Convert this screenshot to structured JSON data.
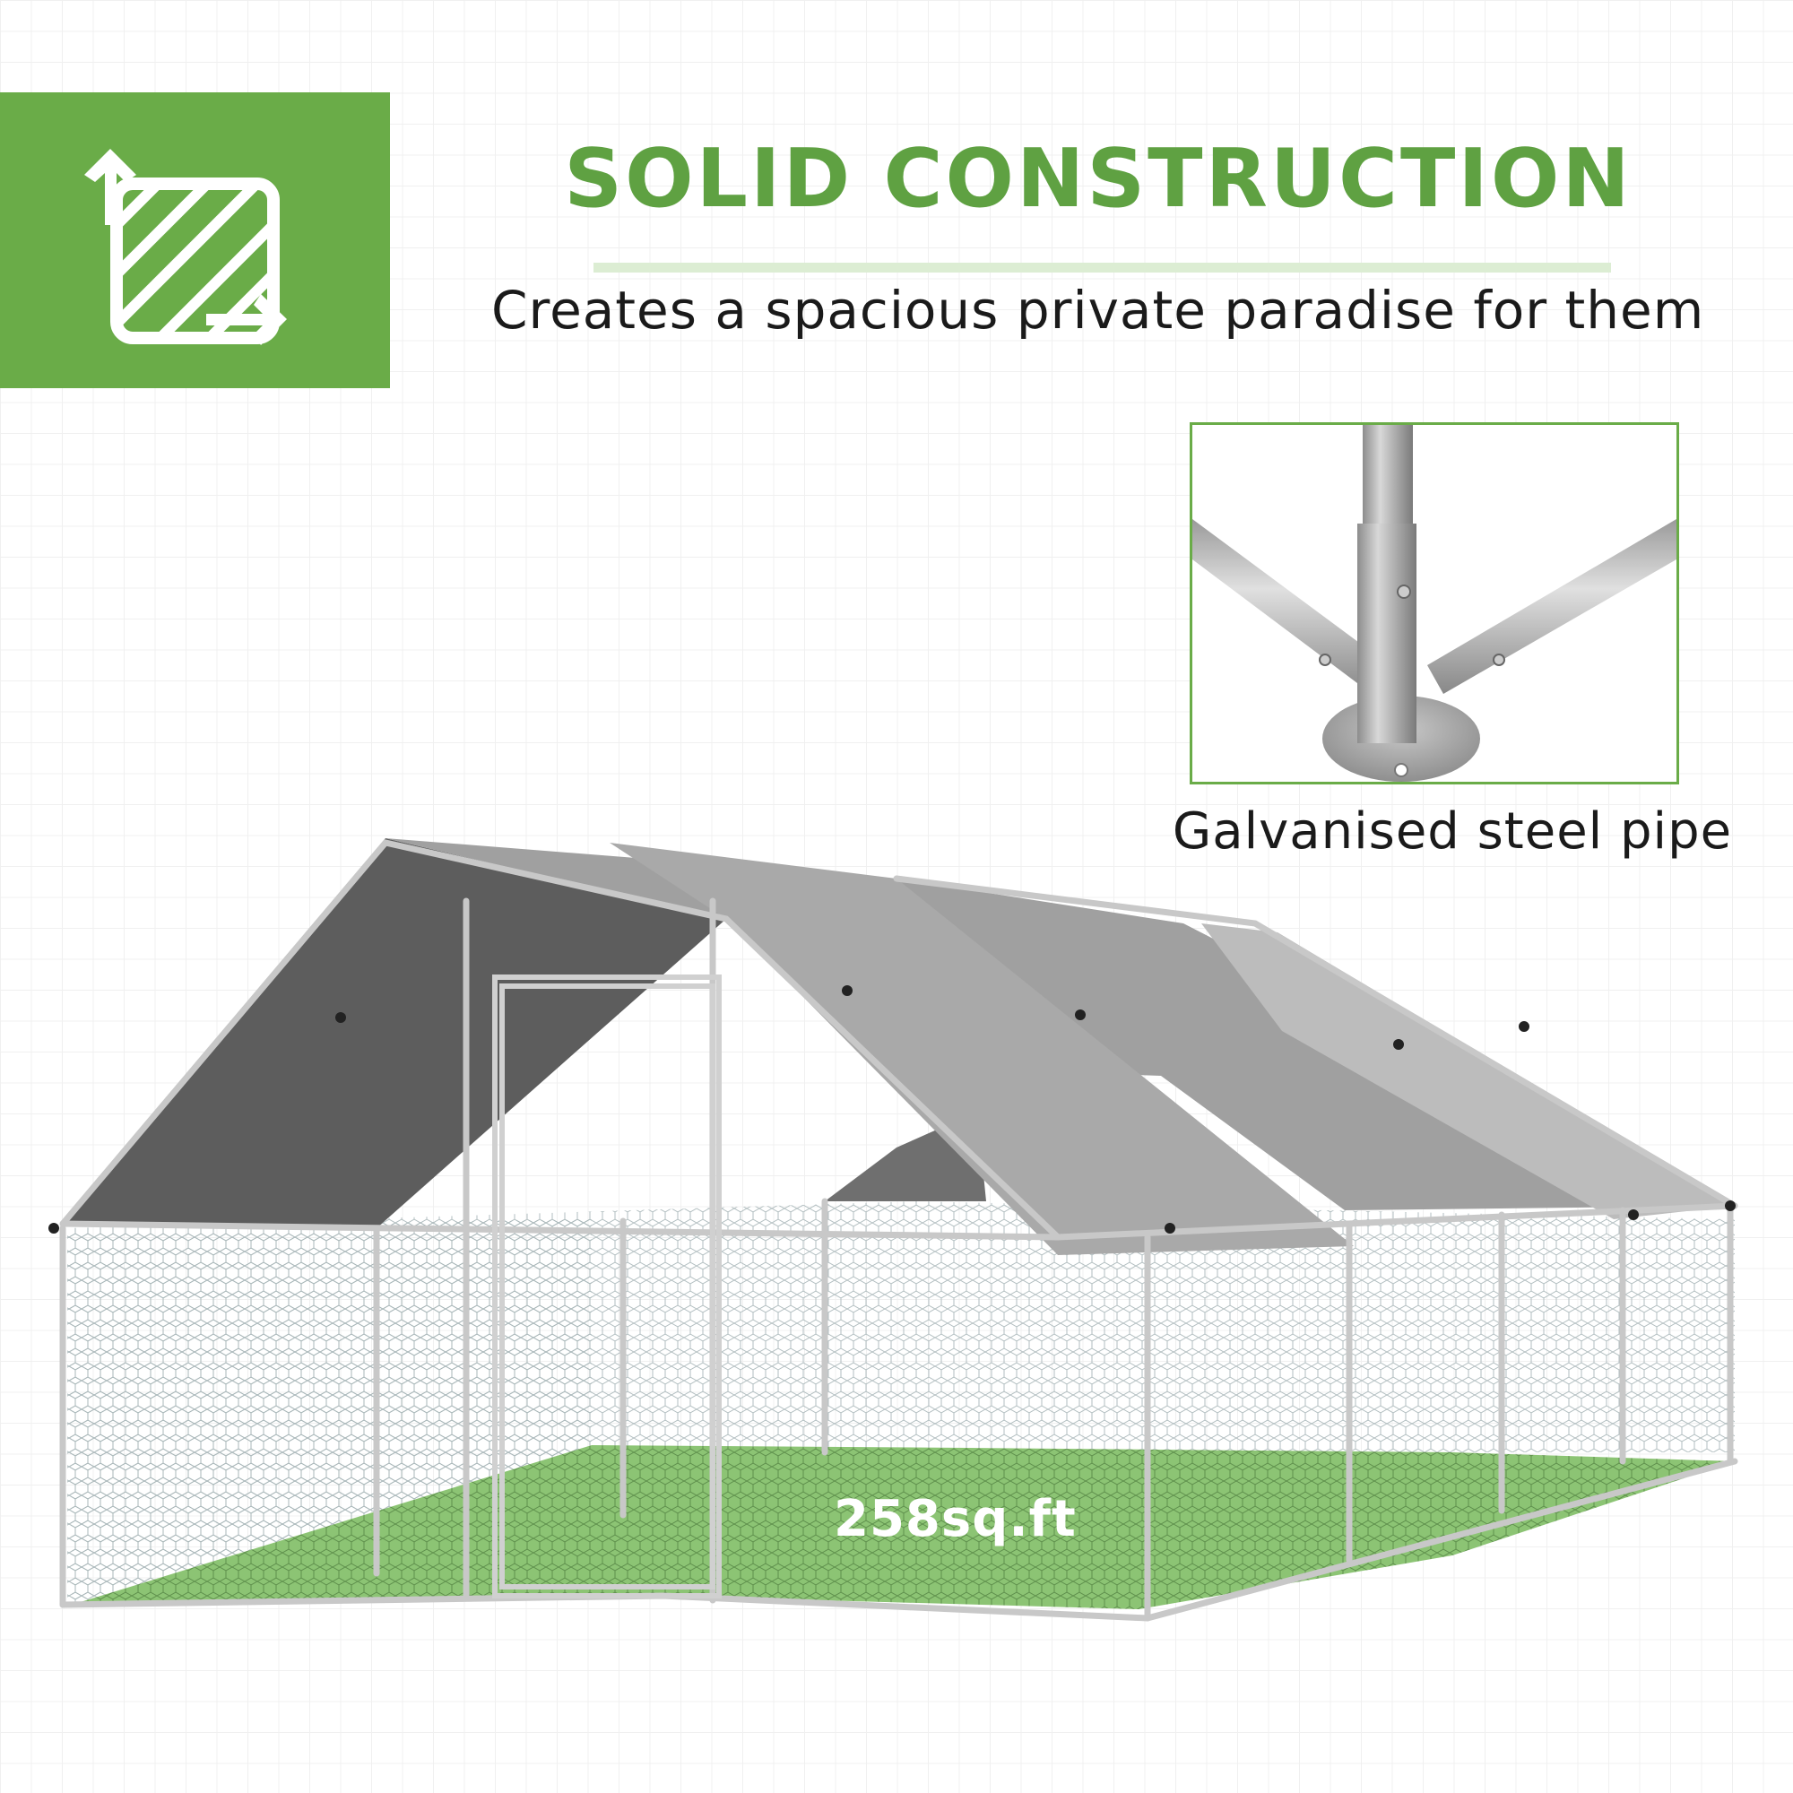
{
  "feature_icon": {
    "name": "expand-area-icon",
    "background": "#6aac48"
  },
  "headline": {
    "title": "SOLID CONSTRUCTION",
    "color": "#5fa142"
  },
  "subtitle": "Creates a spacious private paradise for them",
  "detail_inset": {
    "caption": "Galvanised steel pipe",
    "border_color": "#6aac48"
  },
  "product": {
    "area_label": "258sq.ft",
    "floor_color": "#8cc474",
    "cover_color": "#9a9a9a"
  }
}
